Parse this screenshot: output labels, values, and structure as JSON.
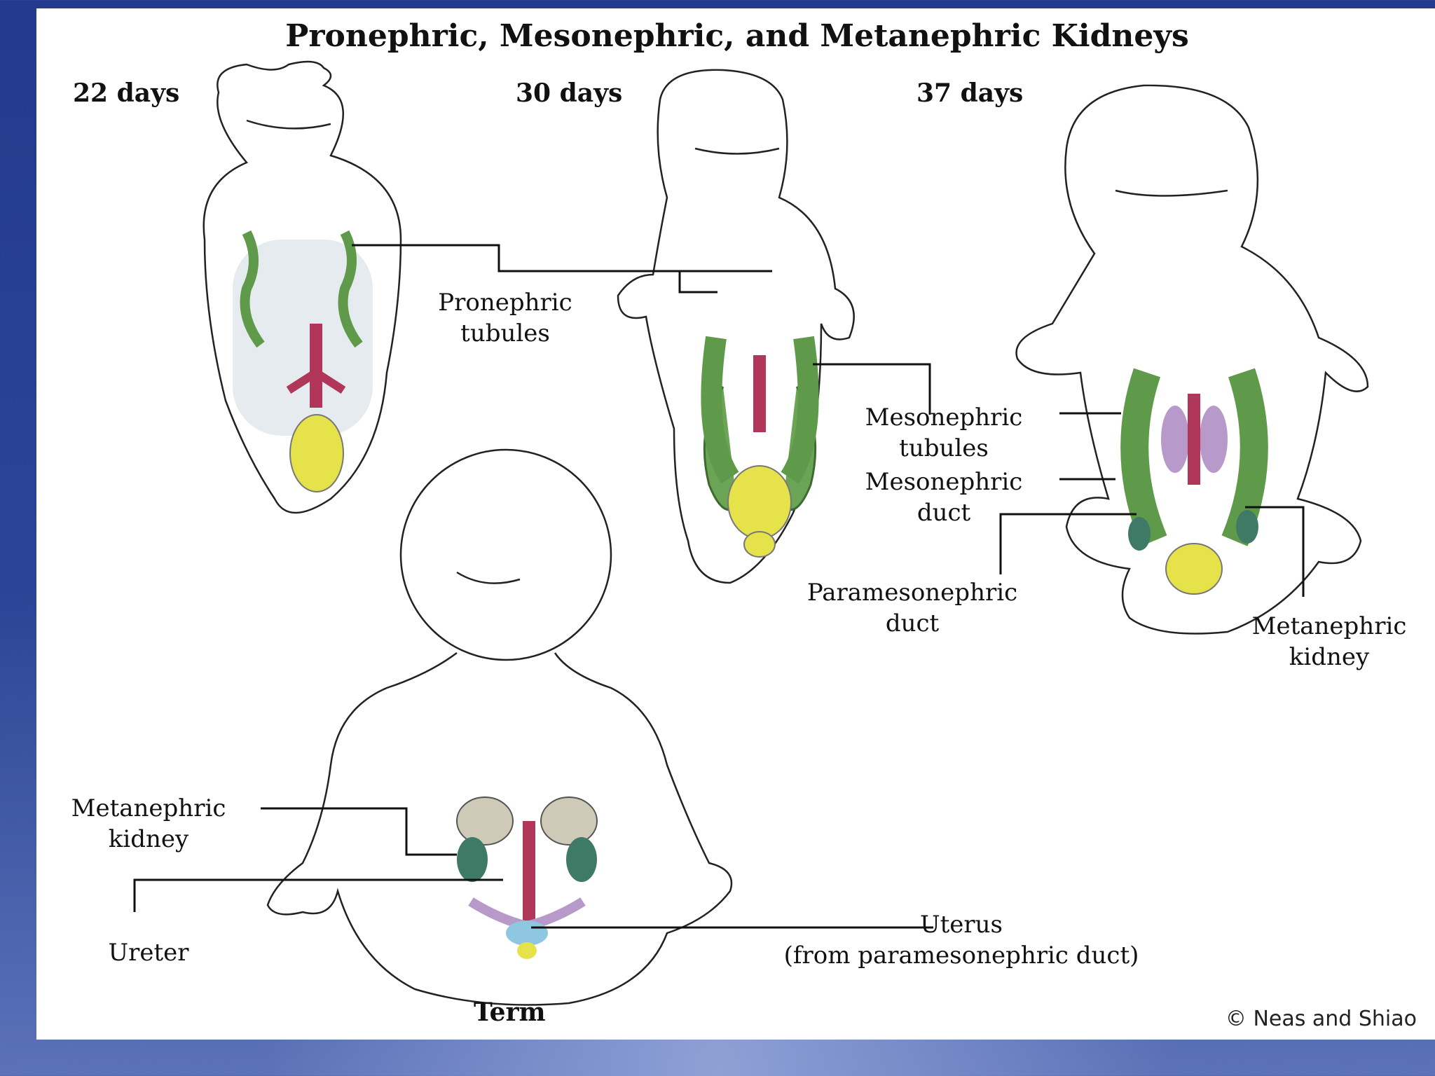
{
  "title": "Pronephric, Mesonephric, and Metanephric Kidneys",
  "stages": [
    {
      "label": "22 days"
    },
    {
      "label": "30 days"
    },
    {
      "label": "37 days"
    },
    {
      "label": "Term"
    }
  ],
  "labels": {
    "pronephric_tubules": [
      "Pronephric",
      "tubules"
    ],
    "mesonephric_tubules": [
      "Mesonephric",
      "tubules"
    ],
    "mesonephric_duct": [
      "Mesonephric",
      "duct"
    ],
    "paramesonephric_duct": [
      "Paramesonephric",
      "duct"
    ],
    "metanephric_kidney_37": [
      "Metanephric",
      "kidney"
    ],
    "metanephric_kidney_term": [
      "Metanephric",
      "kidney"
    ],
    "ureter": "Ureter",
    "uterus": [
      "Uterus",
      "(from paramesonephric duct)"
    ]
  },
  "credit": "© Neas and Shiao",
  "colors": {
    "background": "#2b4596",
    "panel": "#ffffff",
    "tubule_green": "#5f9a4a",
    "vessel_red": "#b0365a",
    "bladder_yellow": "#e6e24a",
    "gonad_purple": "#b79ac9",
    "kidney_teal": "#3f7a66"
  }
}
